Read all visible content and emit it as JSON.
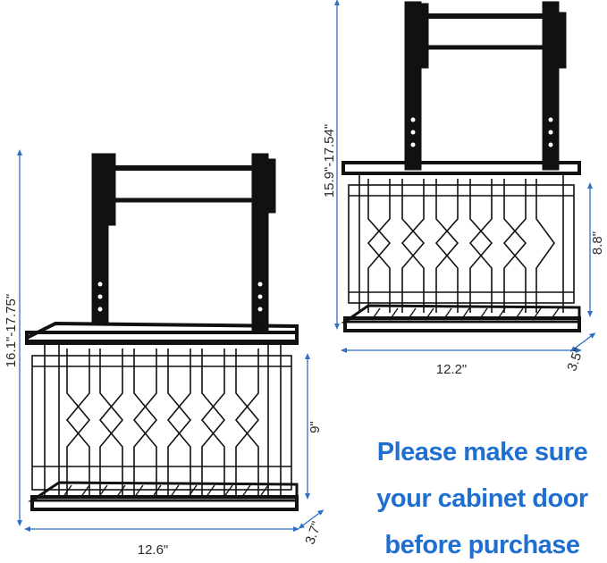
{
  "dimensions": {
    "small_height": "16.1\"-17.75\"",
    "small_width": "12.6\"",
    "small_depth": "3.7\"",
    "small_basket_height": "9\"",
    "large_height": "15.9\"-17.54\"",
    "large_width": "12.2\"",
    "large_depth": "3.5\"",
    "large_basket_height": "8.8\""
  },
  "notice": {
    "line1": "Please make sure",
    "line2": "your cabinet door",
    "line3": "before purchase"
  },
  "colors": {
    "dimension_line": "#2f6fc4",
    "notice_text": "#1f6fd1",
    "product": "#111111"
  }
}
